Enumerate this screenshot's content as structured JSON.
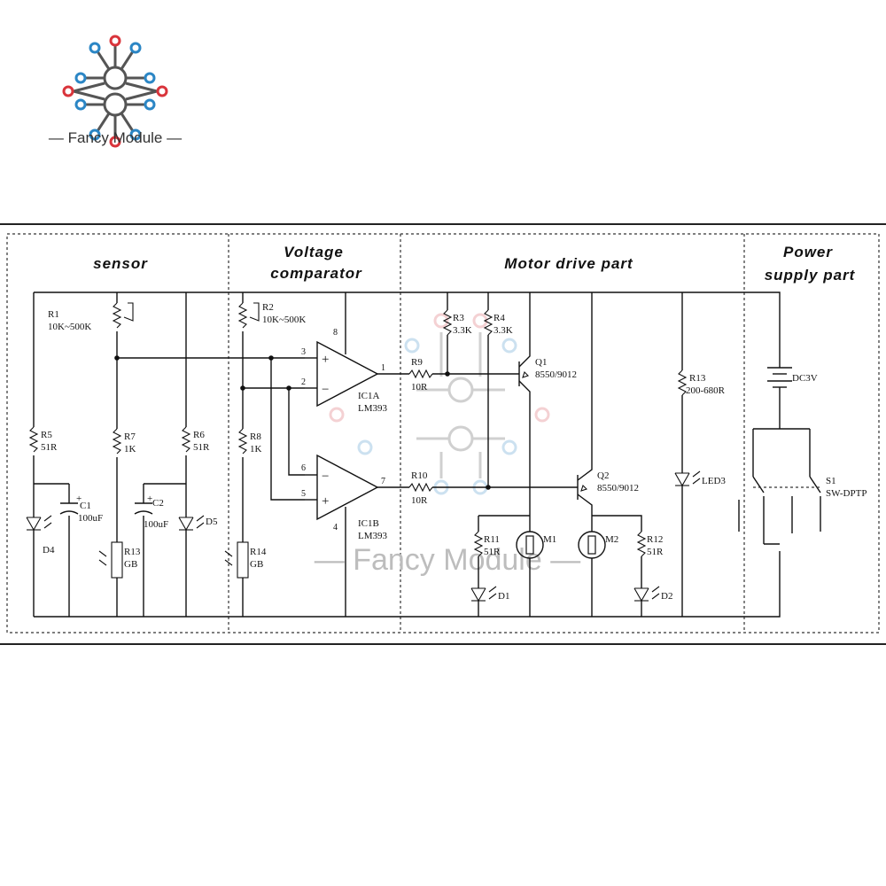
{
  "brand": {
    "name": "Fancy Module",
    "logo_icon": "circuit-node-logo-icon",
    "primary_color": "#d9343b",
    "secondary_color": "#2b86c5"
  },
  "sections": {
    "sensor": "sensor",
    "comparator_line1": "Voltage",
    "comparator_line2": "comparator",
    "motor_drive": "Motor drive part",
    "power_line1": "Power",
    "power_line2": "supply part"
  },
  "components": {
    "R1": {
      "ref": "R1",
      "value": "10K~500K"
    },
    "R2": {
      "ref": "R2",
      "value": "10K~500K"
    },
    "R3": {
      "ref": "R3",
      "value": "3.3K"
    },
    "R4": {
      "ref": "R4",
      "value": "3.3K"
    },
    "R5": {
      "ref": "R5",
      "value": "51R"
    },
    "R6": {
      "ref": "R6",
      "value": "51R"
    },
    "R7": {
      "ref": "R7",
      "value": "1K"
    },
    "R8": {
      "ref": "R8",
      "value": "1K"
    },
    "R9": {
      "ref": "R9",
      "value": "10R"
    },
    "R10": {
      "ref": "R10",
      "value": "10R"
    },
    "R11": {
      "ref": "R11",
      "value": "51R"
    },
    "R12": {
      "ref": "R12",
      "value": "51R"
    },
    "R13a": {
      "ref": "R13",
      "value": "GB"
    },
    "R13b": {
      "ref": "R13",
      "value": "200-680R"
    },
    "R14": {
      "ref": "R14",
      "value": "GB"
    },
    "C1": {
      "ref": "C1",
      "value": "100uF"
    },
    "C2": {
      "ref": "C2",
      "value": "100uF"
    },
    "IC1A": {
      "ref": "IC1A",
      "value": "LM393"
    },
    "IC1B": {
      "ref": "IC1B",
      "value": "LM393"
    },
    "Q1": {
      "ref": "Q1",
      "value": "8550/9012"
    },
    "Q2": {
      "ref": "Q2",
      "value": "8550/9012"
    },
    "D1": "D1",
    "D2": "D2",
    "D4": "D4",
    "D5": "D5",
    "LED3": "LED3",
    "M1": "M1",
    "M2": "M2",
    "battery": "DC3V",
    "S1": {
      "ref": "S1",
      "value": "SW-DPTP"
    }
  },
  "pins": {
    "p1": "1",
    "p2": "2",
    "p3": "3",
    "p4": "4",
    "p5": "5",
    "p6": "6",
    "p7": "7",
    "p8": "8",
    "plus": "+",
    "minus": "−"
  },
  "watermark": "— Fancy Module —"
}
